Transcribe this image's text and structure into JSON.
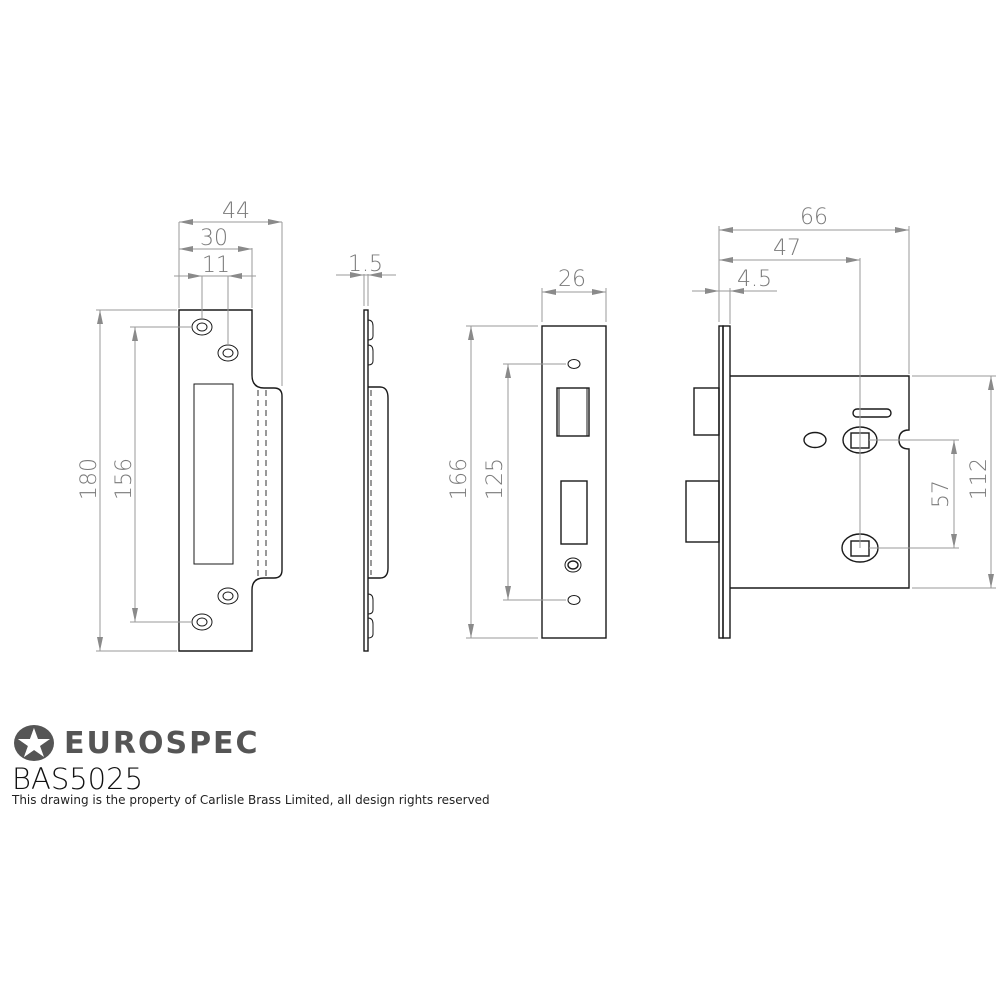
{
  "brand": {
    "name": "EUROSPEC",
    "logo_icon": "star-in-circle-icon",
    "color": "#555555"
  },
  "product": {
    "code": "BAS5025"
  },
  "footer": {
    "copyright": "This drawing is the property of Carlisle Brass Limited, all design rights reserved"
  },
  "views": {
    "strike_plate_front": {
      "dimensions": {
        "width_overall": "44",
        "width_plate": "30",
        "hole_spacing_x": "11",
        "height_overall": "180",
        "hole_spacing_y": "156"
      }
    },
    "strike_plate_side": {
      "dimensions": {
        "thickness": "1.5"
      }
    },
    "forend_front": {
      "dimensions": {
        "width": "26",
        "height": "166",
        "fixing_centres": "125"
      }
    },
    "lock_body_side": {
      "dimensions": {
        "case_depth": "66",
        "backset": "47",
        "forend_thickness": "4.5",
        "case_height": "112",
        "spindle_centres": "57"
      }
    }
  },
  "colors": {
    "outline": "#1a1a1a",
    "dimension_line": "#9a9a9a",
    "dimension_text": "#7a7a7a",
    "background": "#ffffff"
  }
}
